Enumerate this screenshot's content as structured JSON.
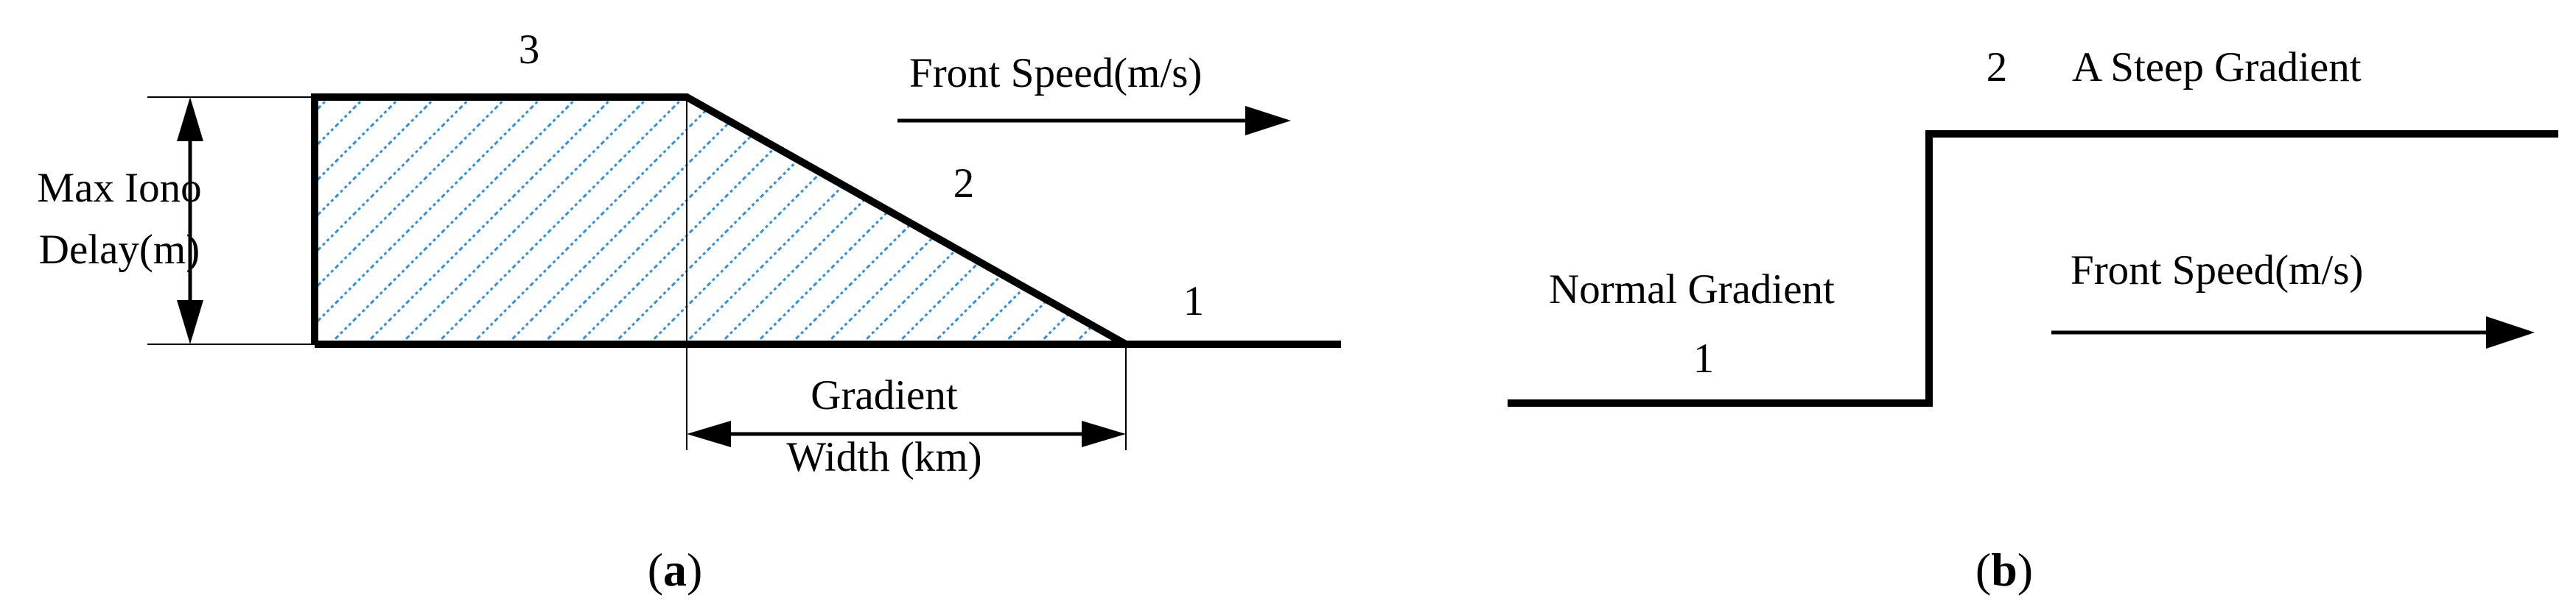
{
  "panel_a": {
    "label_segment_3": "3",
    "label_segment_2": "2",
    "label_segment_1": "1",
    "front_speed": "Front Speed(m/s)",
    "max_delay_line1": "Max Iono",
    "max_delay_line2": "Delay(m)",
    "gradient_width_line1": "Gradient",
    "gradient_width_line2": "Width (km)",
    "caption_open": "(",
    "caption_letter": "a",
    "caption_close": ")"
  },
  "panel_b": {
    "label_2": "2",
    "steep_gradient": "A Steep Gradient",
    "normal_gradient": "Normal Gradient",
    "label_1": "1",
    "front_speed": "Front Speed(m/s)",
    "caption_open": "(",
    "caption_letter": "b",
    "caption_close": ")"
  },
  "colors": {
    "hatch": "#2f8fd8",
    "line": "#000000"
  }
}
